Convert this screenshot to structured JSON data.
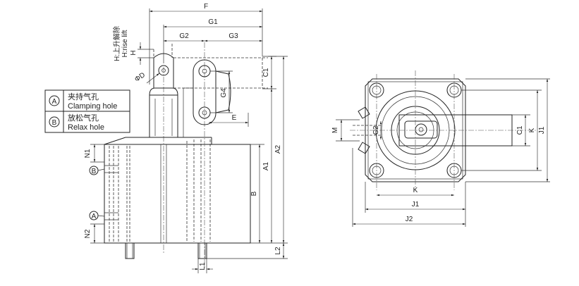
{
  "dimensions": {
    "F": "F",
    "G1": "G1",
    "G2": "G2",
    "G3": "G3",
    "G4": "G4",
    "H": "H",
    "C1": "C1",
    "A1": "A1",
    "A2": "A2",
    "B": "B",
    "E": "E",
    "L1": "L1",
    "L2": "L2",
    "N1": "N1",
    "N2": "N2",
    "D": "ΦD",
    "M": "M",
    "C2": "C2",
    "K": "K",
    "J1": "J1",
    "J2": "J2"
  },
  "rise_lift": {
    "cn": "H:上升解除",
    "en": "H:rise lift"
  },
  "legend": [
    {
      "symbol": "A",
      "cn": "夹持气孔",
      "en": "Clamping hole"
    },
    {
      "symbol": "B",
      "cn": "放松气孔",
      "en": "Relax hole"
    }
  ],
  "port_markers": {
    "A": "A",
    "B": "B"
  }
}
